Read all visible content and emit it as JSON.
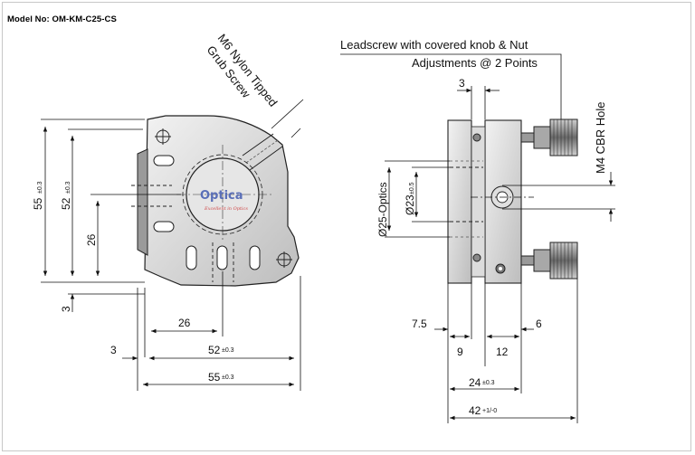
{
  "model_label": "Model No: OM-KM-C25-CS",
  "logo": {
    "name": "Optica",
    "tagline": "Excellent in Optics"
  },
  "front_view": {
    "grub_line1": "M6 Nylon Tipped",
    "grub_line2": "Grub Screw",
    "dim_55": {
      "value": "55",
      "tol": "±0.3"
    },
    "dim_52": {
      "value": "52",
      "tol": "±0.3"
    },
    "dim_26_v": "26",
    "dim_3_v": "3",
    "dim_26_h": "26",
    "dim_3_h": "3",
    "dim_52h": {
      "value": "52",
      "tol": "±0.3"
    },
    "dim_55h": {
      "value": "55",
      "tol": "±0.3"
    }
  },
  "side_view": {
    "leadscrew_line1": "Leadscrew with covered knob & Nut",
    "leadscrew_line2": "Adjustments @ 2 Points",
    "dim_3": "3",
    "m4_label": "M4 CBR Hole",
    "optics_label": "Ø25-Optics",
    "dim_23": {
      "value": "Ø23",
      "tol": "±0.5"
    },
    "dim_7_5": "7.5",
    "dim_6": "6",
    "dim_9": "9",
    "dim_12": "12",
    "dim_24": {
      "value": "24",
      "tol": "±0.3"
    },
    "dim_42": {
      "value": "42",
      "tol": "+1/-0"
    }
  }
}
